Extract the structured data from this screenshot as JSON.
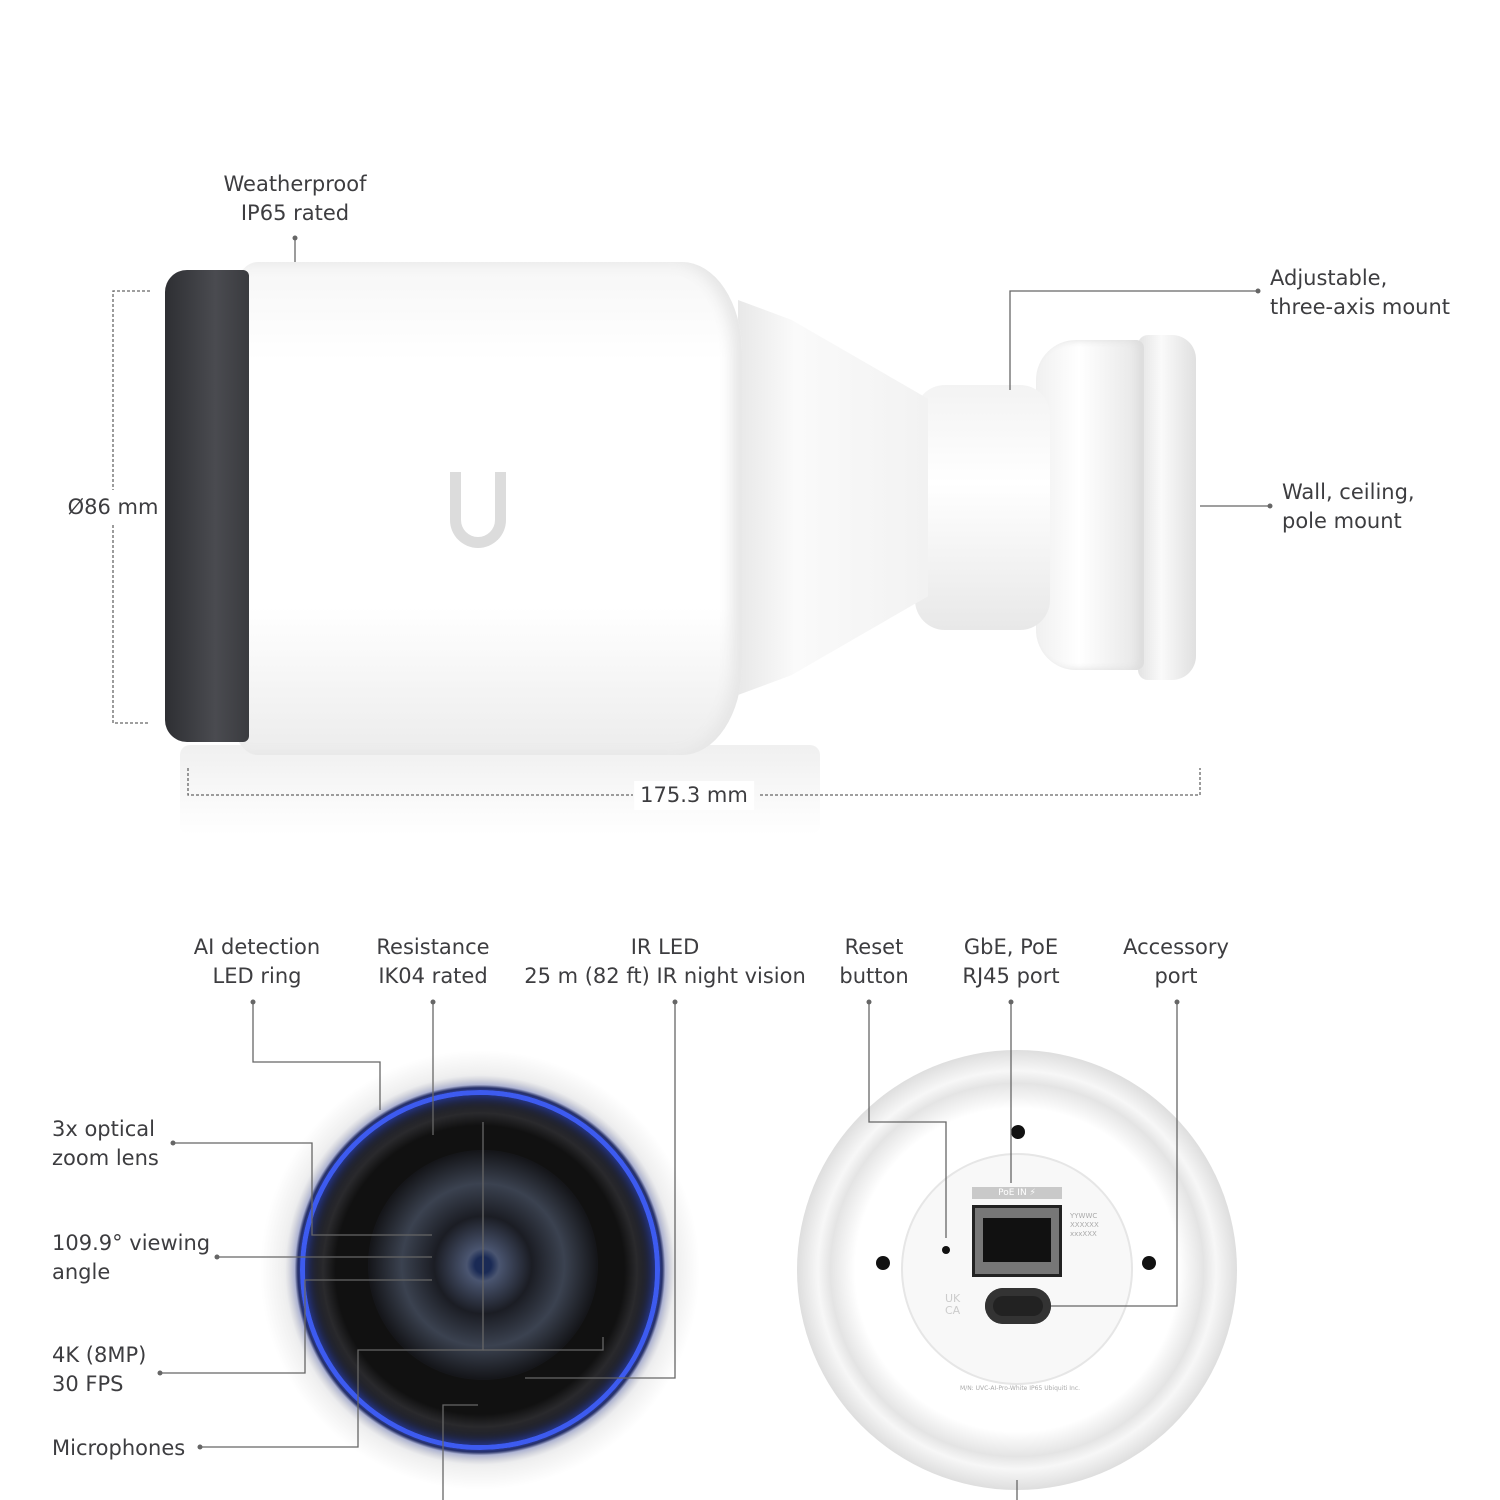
{
  "top_view": {
    "callouts": {
      "weatherproof": [
        "Weatherproof",
        "IP65 rated"
      ],
      "mount": [
        "Adjustable,",
        "three-axis mount"
      ],
      "wall": [
        "Wall, ceiling,",
        "pole mount"
      ]
    },
    "dimensions": {
      "diameter": "Ø86 mm",
      "length": "175.3 mm"
    }
  },
  "front_view": {
    "callouts": {
      "ai_ring": [
        "AI detection",
        "LED ring"
      ],
      "resistance": [
        "Resistance",
        "IK04 rated"
      ],
      "ir_led": [
        "IR LED",
        "25 m (82 ft) IR night vision"
      ],
      "zoom": [
        "3x optical",
        "zoom lens"
      ],
      "angle": [
        "109.9° viewing",
        "angle"
      ],
      "resolution": [
        "4K (8MP)",
        "30 FPS"
      ],
      "microphones": "Microphones"
    }
  },
  "back_view": {
    "callouts": {
      "reset": [
        "Reset",
        "button"
      ],
      "port": [
        "GbE, PoE",
        "RJ45 port"
      ],
      "accessory": [
        "Accessory",
        "port"
      ]
    },
    "port_label": "PoE IN ⚡",
    "markings": {
      "date_code": "YYWWC",
      "serial1": "XXXXXX",
      "serial2": "xxxXXX",
      "model": "M/N: UVC-AI-Pro-White   IP65   Ubiquiti Inc.",
      "ukca": "UK CA"
    }
  },
  "colors": {
    "led_ring": "#3d5bf0",
    "front_cap": "#3a3b3f",
    "body": "#ffffff"
  }
}
